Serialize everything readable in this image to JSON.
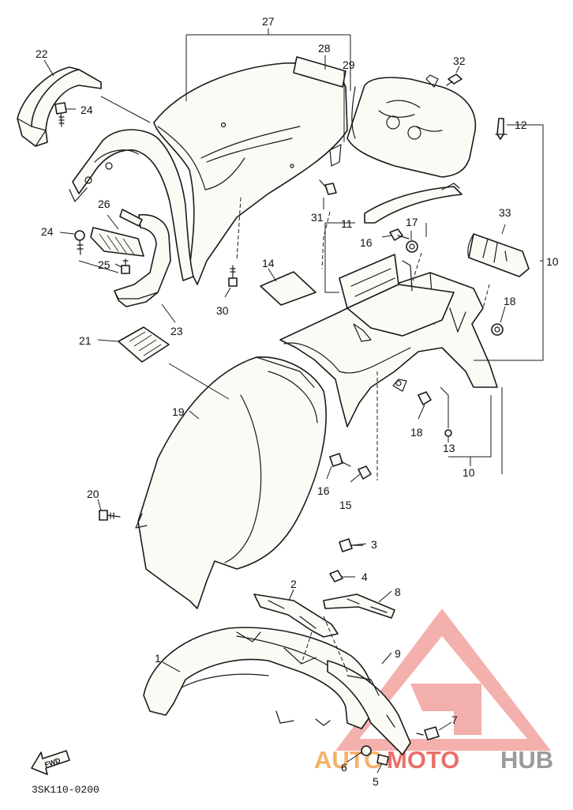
{
  "diagram": {
    "code": "3SK110-0200",
    "direction_label": "FWD",
    "watermark": {
      "part1": "AUTO",
      "part2": "MOTO",
      "part3": "HUB",
      "color_orange": "#f4a451",
      "color_red": "#e8564e",
      "color_grey": "#8a8a8a"
    },
    "callouts": [
      "27",
      "28",
      "29",
      "22",
      "24",
      "32",
      "12",
      "33",
      "10",
      "26",
      "24",
      "25",
      "31",
      "11",
      "17",
      "16",
      "14",
      "30",
      "23",
      "18",
      "21",
      "19",
      "18",
      "13",
      "10",
      "16",
      "15",
      "20",
      "3",
      "4",
      "2",
      "8",
      "1",
      "9",
      "7",
      "6",
      "5"
    ]
  }
}
